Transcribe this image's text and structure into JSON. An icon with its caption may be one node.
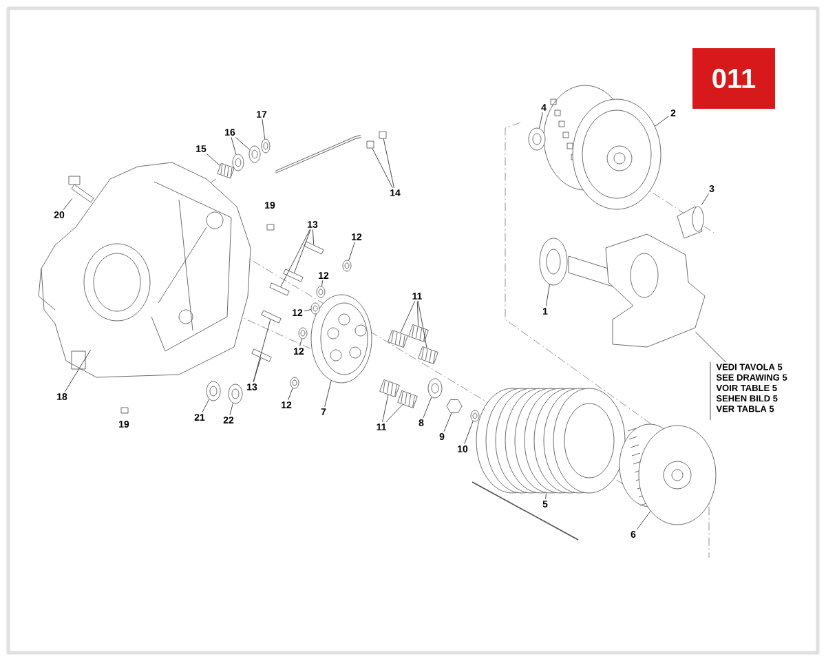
{
  "diagram": {
    "nodes": [
      {
        "text": [
          "011"
        ]
      },
      {
        "text": [
          "4"
        ]
      },
      {
        "text": [
          "2"
        ]
      },
      {
        "text": [
          "17"
        ]
      },
      {
        "text": [
          "16"
        ]
      },
      {
        "text": [
          "14"
        ]
      },
      {
        "text": [
          "15"
        ]
      },
      {
        "text": [
          "3"
        ]
      },
      {
        "text": [
          "20"
        ]
      },
      {
        "text": [
          "13"
        ]
      },
      {
        "text": [
          "12"
        ]
      },
      {
        "text": [
          "12"
        ]
      },
      {
        "text": [
          "11"
        ]
      },
      {
        "text": [
          "12"
        ]
      },
      {
        "text": [
          "1"
        ]
      },
      {
        "text": [
          "12"
        ]
      },
      {
        "text": [
          "VEDI TAVOLA 5",
          "SEE DRAWING 5",
          "VOIR TABLE 5",
          "SEHEN BILD 5",
          "VER TABLA 5"
        ]
      },
      {
        "text": [
          "21"
        ]
      },
      {
        "text": [
          "22"
        ]
      },
      {
        "text": [
          "13"
        ]
      },
      {
        "text": [
          "18"
        ]
      },
      {
        "text": [
          "12"
        ]
      },
      {
        "text": [
          "7"
        ]
      },
      {
        "text": [
          "8"
        ]
      },
      {
        "text": [
          "11"
        ]
      },
      {
        "text": [
          "9"
        ]
      },
      {
        "text": [
          "10"
        ]
      },
      {
        "text": [
          "5"
        ]
      },
      {
        "text": [
          "6"
        ]
      },
      {
        "text": [],
        "shape": "bolt"
      },
      {
        "text": [],
        "shape": "bolt"
      },
      {
        "text": [],
        "shape": "bolt"
      },
      {
        "text": [],
        "shape": "bolt"
      },
      {
        "text": [],
        "shape": "bolt"
      },
      {
        "text": [],
        "shape": "washer"
      },
      {
        "text": [],
        "shape": "washer"
      },
      {
        "text": [],
        "shape": "washer"
      },
      {
        "text": [],
        "shape": "washer"
      },
      {
        "text": [],
        "shape": "washer"
      },
      {
        "text": [],
        "shape": "spring"
      },
      {
        "text": [],
        "shape": "spring"
      },
      {
        "text": [],
        "shape": "spring"
      },
      {
        "text": [],
        "shape": "spring"
      },
      {
        "text": [],
        "shape": "spring"
      },
      {
        "text": [],
        "shape": "ring"
      },
      {
        "text": [],
        "shape": "nut"
      },
      {
        "text": [],
        "shape": "washer"
      },
      {
        "text": [],
        "shape": "clip"
      },
      {
        "text": [],
        "shape": "clip"
      },
      {
        "text": [],
        "shape": "washer"
      },
      {
        "text": [],
        "shape": "picture"
      },
      {
        "text": [],
        "shape": "ring"
      },
      {
        "text": [],
        "shape": "ring"
      },
      {
        "text": [],
        "shape": "ring"
      },
      {
        "text": [],
        "shape": "spring"
      },
      {
        "text": [],
        "shape": "picture"
      },
      {
        "text": [],
        "shape": "picture"
      },
      {
        "text": [],
        "shape": "picture"
      },
      {
        "text": [],
        "shape": "picture"
      },
      {
        "text": [],
        "shape": "ring"
      },
      {
        "text": [],
        "shape": "washer"
      },
      {
        "text": [],
        "shape": "picture"
      },
      {
        "text": [],
        "shape": "picture"
      },
      {
        "text": [],
        "shape": "picture"
      },
      {
        "text": [],
        "shape": "picture"
      }
    ],
    "edges": [
      {
        "from": 1,
        "to": 49,
        "arrow": "none"
      },
      {
        "from": 2,
        "to": 50,
        "arrow": "none"
      },
      {
        "from": 3,
        "to": 51,
        "arrow": "none"
      },
      {
        "from": 4,
        "to": 53,
        "arrow": "none"
      },
      {
        "from": 4,
        "to": 52,
        "arrow": "none"
      },
      {
        "from": 5,
        "to": 47,
        "arrow": "none"
      },
      {
        "from": 5,
        "to": 48,
        "arrow": "none"
      },
      {
        "from": 6,
        "to": 54,
        "arrow": "none"
      },
      {
        "from": 7,
        "to": 55,
        "arrow": "none"
      },
      {
        "from": 8,
        "to": 56,
        "arrow": "none"
      },
      {
        "from": 9,
        "to": 33,
        "arrow": "none"
      },
      {
        "from": 9,
        "to": 32,
        "arrow": "none"
      },
      {
        "from": 9,
        "to": 31,
        "arrow": "none"
      },
      {
        "from": 10,
        "to": 38,
        "arrow": "none"
      },
      {
        "from": 11,
        "to": 37,
        "arrow": "none"
      },
      {
        "from": 12,
        "to": 40,
        "arrow": "none"
      },
      {
        "from": 12,
        "to": 42,
        "arrow": "none"
      },
      {
        "from": 12,
        "to": 43,
        "arrow": "none"
      },
      {
        "from": 13,
        "to": 36,
        "arrow": "none"
      },
      {
        "from": 14,
        "to": 57,
        "arrow": "none"
      },
      {
        "from": 15,
        "to": 35,
        "arrow": "none"
      },
      {
        "from": 16,
        "to": 58,
        "arrow": "none"
      },
      {
        "from": 17,
        "to": 59,
        "arrow": "none"
      },
      {
        "from": 18,
        "to": 60,
        "arrow": "none"
      },
      {
        "from": 19,
        "to": 30,
        "arrow": "none"
      },
      {
        "from": 19,
        "to": 29,
        "arrow": "none"
      },
      {
        "from": 20,
        "to": 61,
        "arrow": "none"
      },
      {
        "from": 21,
        "to": 34,
        "arrow": "none"
      },
      {
        "from": 22,
        "to": 62,
        "arrow": "none"
      },
      {
        "from": 23,
        "to": 44,
        "arrow": "none"
      },
      {
        "from": 24,
        "to": 39,
        "arrow": "none"
      },
      {
        "from": 24,
        "to": 41,
        "arrow": "none"
      },
      {
        "from": 25,
        "to": 45,
        "arrow": "none"
      },
      {
        "from": 26,
        "to": 46,
        "arrow": "none"
      },
      {
        "from": 27,
        "to": 63,
        "arrow": "none"
      },
      {
        "from": 28,
        "to": 64,
        "arrow": "none"
      }
    ],
    "labels": [
      "19",
      "19"
    ]
  }
}
